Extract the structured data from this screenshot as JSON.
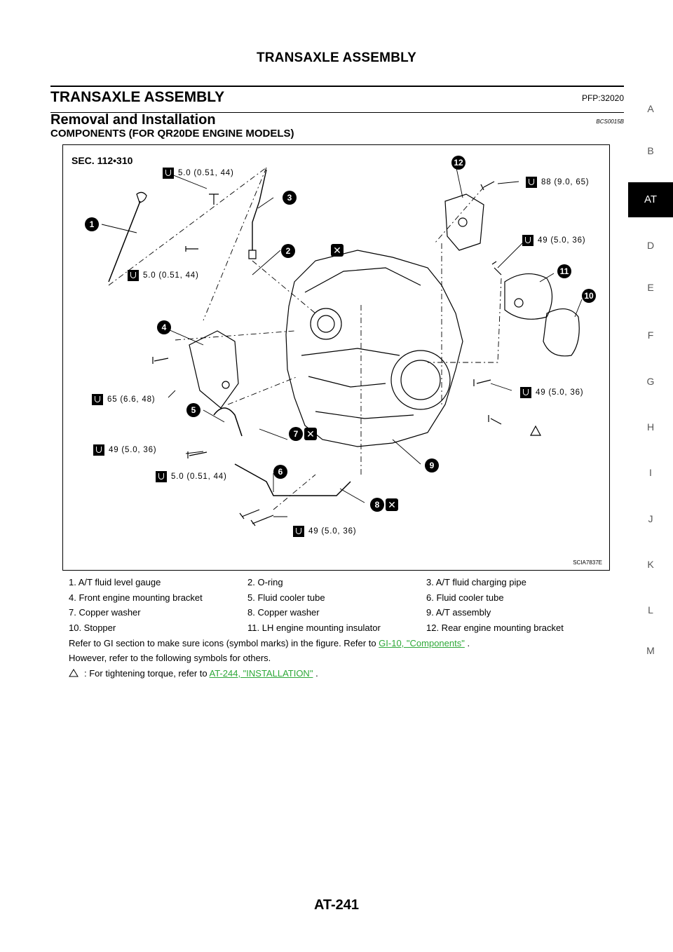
{
  "header": {
    "title": "TRANSAXLE ASSEMBLY"
  },
  "section": {
    "title": "TRANSAXLE ASSEMBLY",
    "pfp": "PFP:32020",
    "subtitle": "Removal and Installation",
    "code": "BCS0015B",
    "components_title": "COMPONENTS (FOR QR20DE ENGINE MODELS)"
  },
  "side_index": [
    "A",
    "B",
    "AT",
    "D",
    "E",
    "F",
    "G",
    "H",
    "I",
    "J",
    "K",
    "L",
    "M"
  ],
  "side_index_active": "AT",
  "figure": {
    "sec": "SEC. 112•310",
    "code": "SCIA7837E",
    "torques": [
      "5.0 (0.51, 44)",
      "5.0 (0.51, 44)",
      "88 (9.0, 65)",
      "49 (5.0, 36)",
      "65 (6.6, 48)",
      "49 (5.0, 36)",
      "49 (5.0, 36)",
      "5.0 (0.51, 44)",
      "49 (5.0, 36)"
    ],
    "callouts": [
      "1",
      "2",
      "3",
      "4",
      "5",
      "6",
      "7",
      "8",
      "9",
      "10",
      "11",
      "12"
    ]
  },
  "legend": [
    [
      "1. A/T fluid level gauge",
      "2. O-ring",
      "3. A/T fluid charging pipe"
    ],
    [
      "4. Front engine mounting bracket",
      "5. Fluid cooler tube",
      "6. Fluid cooler tube"
    ],
    [
      "7. Copper washer",
      "8. Copper washer",
      "9. A/T assembly"
    ],
    [
      "10. Stopper",
      "11. LH engine mounting insulator",
      "12. Rear engine mounting bracket"
    ]
  ],
  "notes": {
    "refer_prefix": "Refer to GI section to make sure icons (symbol marks) in the figure. Refer to ",
    "refer_link": "GI-10, \"Components\"",
    "refer_suffix": " .",
    "however": "However, refer to the following symbols for others.",
    "torque_prefix": ": For tightening torque, refer to ",
    "torque_link": "AT-244, \"INSTALLATION\"",
    "torque_suffix": " ."
  },
  "footer": {
    "page_number": "AT-241"
  }
}
